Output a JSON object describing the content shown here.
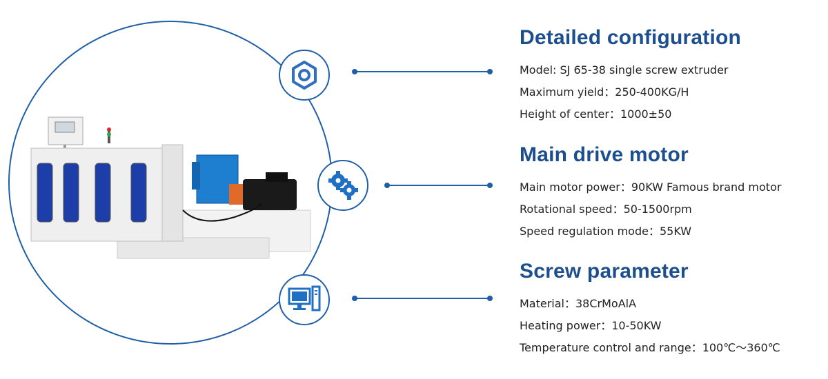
{
  "colors": {
    "primary": "#1f5fa8",
    "heading": "#1d4f8f",
    "text": "#222222",
    "glass": "#1d3da8",
    "cabinet": "#eeeeee"
  },
  "icons": [
    "hexagon-nut-icon",
    "gears-icon",
    "computer-icon"
  ],
  "sections": [
    {
      "title": "Detailed configuration",
      "icon": "hexagon-nut-icon",
      "specs": [
        "Model: SJ 65-38 single screw extruder",
        "Maximum yield：250-400KG/H",
        "Height of center：1000±50"
      ]
    },
    {
      "title": "Main drive motor",
      "icon": "gears-icon",
      "specs": [
        "Main motor power：90KW Famous brand motor",
        "Rotational speed：50-1500rpm",
        "Speed regulation mode：55KW"
      ]
    },
    {
      "title": "Screw parameter",
      "icon": "computer-icon",
      "specs": [
        "Material：38CrMoAlA",
        "Heating power：10-50KW",
        "Temperature control and range：100℃～360℃"
      ]
    }
  ]
}
